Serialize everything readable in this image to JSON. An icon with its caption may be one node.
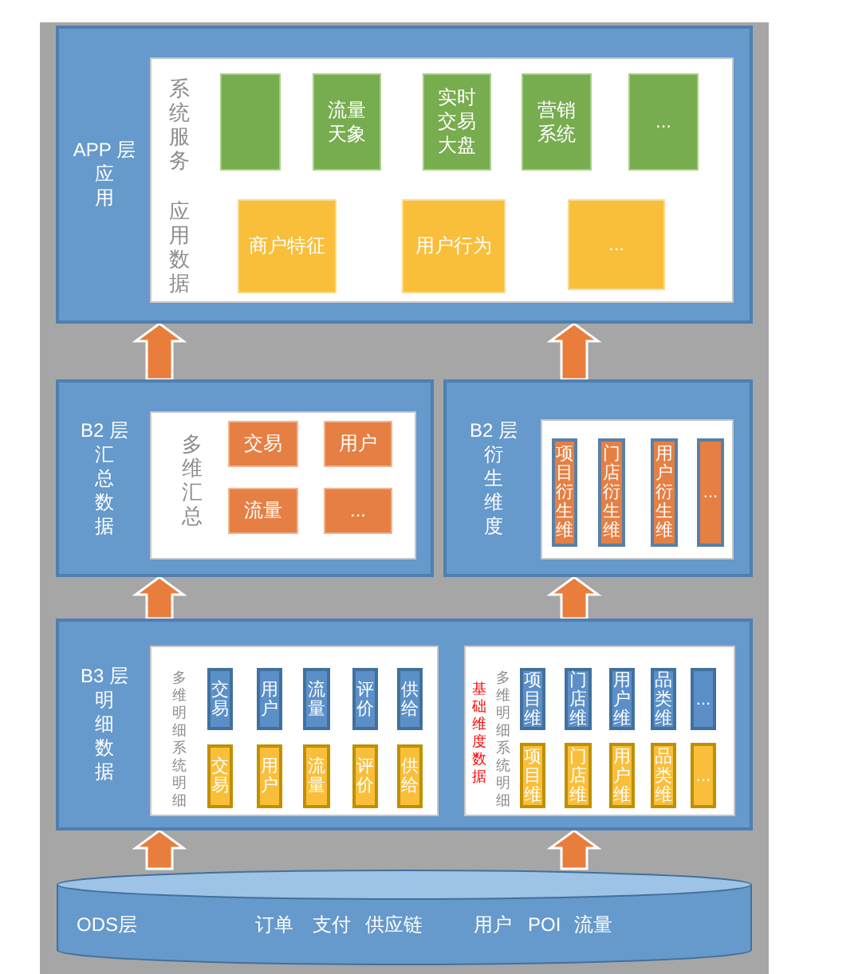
{
  "diagram": {
    "nodes": [
      {
        "text": [
          "APP 层",
          "应用"
        ]
      },
      {
        "text": [
          "系统服务",
          "应用数据"
        ],
        "in": 0
      },
      {
        "text": [],
        "shape": "box",
        "in": 1
      },
      {
        "text": [
          "流量天象"
        ],
        "in": 1
      },
      {
        "text": [
          "实时交易大盘"
        ],
        "in": 1
      },
      {
        "text": [
          "营销系统"
        ],
        "in": 1
      },
      {
        "text": [
          "..."
        ],
        "in": 1
      },
      {
        "text": [
          "商户特征"
        ],
        "in": 1
      },
      {
        "text": [
          "用户行为"
        ],
        "in": 1
      },
      {
        "text": [
          "..."
        ],
        "in": 1
      },
      {
        "text": [
          "B2 层",
          "汇总数据"
        ]
      },
      {
        "text": [
          "多维汇总"
        ],
        "in": 10
      },
      {
        "text": [
          "交易"
        ],
        "in": 11
      },
      {
        "text": [
          "用户"
        ],
        "in": 11
      },
      {
        "text": [
          "流量"
        ],
        "in": 11
      },
      {
        "text": [
          "..."
        ],
        "in": 11
      },
      {
        "text": [
          "B2 层",
          "衍生维度"
        ]
      },
      {
        "text": [],
        "shape": "box",
        "in": 16
      },
      {
        "text": [
          "项目衍生维"
        ],
        "in": 17
      },
      {
        "text": [
          "门店衍生维"
        ],
        "in": 17
      },
      {
        "text": [
          "用户衍生维"
        ],
        "in": 17
      },
      {
        "text": [
          "..."
        ],
        "in": 17
      },
      {
        "text": [
          "B3 层",
          "明细数据"
        ]
      },
      {
        "text": [
          "多维明细",
          "系统明细"
        ],
        "in": 22
      },
      {
        "text": [
          "交易"
        ],
        "in": 23
      },
      {
        "text": [
          "用户"
        ],
        "in": 23
      },
      {
        "text": [
          "流量"
        ],
        "in": 23
      },
      {
        "text": [
          "评价"
        ],
        "in": 23
      },
      {
        "text": [
          "供给"
        ],
        "in": 23
      },
      {
        "text": [
          "交易"
        ],
        "in": 23
      },
      {
        "text": [
          "用户"
        ],
        "in": 23
      },
      {
        "text": [
          "流量"
        ],
        "in": 23
      },
      {
        "text": [
          "评价"
        ],
        "in": 23
      },
      {
        "text": [
          "供给"
        ],
        "in": 23
      },
      {
        "text": [
          "基础维度数据",
          "多维明细",
          "系统明细"
        ],
        "in": 22
      },
      {
        "text": [
          "项目维"
        ],
        "in": 34
      },
      {
        "text": [
          "门店维"
        ],
        "in": 34
      },
      {
        "text": [
          "用户维"
        ],
        "in": 34
      },
      {
        "text": [
          "品类维"
        ],
        "in": 34
      },
      {
        "text": [
          "..."
        ],
        "in": 34
      },
      {
        "text": [
          "项目维"
        ],
        "in": 34
      },
      {
        "text": [
          "门店维"
        ],
        "in": 34
      },
      {
        "text": [
          "用户维"
        ],
        "in": 34
      },
      {
        "text": [
          "品类维"
        ],
        "in": 34
      },
      {
        "text": [
          "..."
        ],
        "in": 34
      },
      {
        "text": [
          "ODS层",
          "订单",
          "支付",
          "供应链",
          "用户",
          "POI",
          "流量"
        ]
      }
    ],
    "edges": [
      {
        "from": 45,
        "to": 22,
        "arrow": "to",
        "style": "thick"
      },
      {
        "from": 45,
        "to": 22,
        "arrow": "to",
        "style": "thick"
      },
      {
        "from": 22,
        "to": 10,
        "arrow": "to",
        "style": "thick"
      },
      {
        "from": 22,
        "to": 16,
        "arrow": "to",
        "style": "thick"
      },
      {
        "from": 10,
        "to": 0,
        "arrow": "to",
        "style": "thick"
      },
      {
        "from": 16,
        "to": 0,
        "arrow": "to",
        "style": "thick"
      }
    ]
  }
}
